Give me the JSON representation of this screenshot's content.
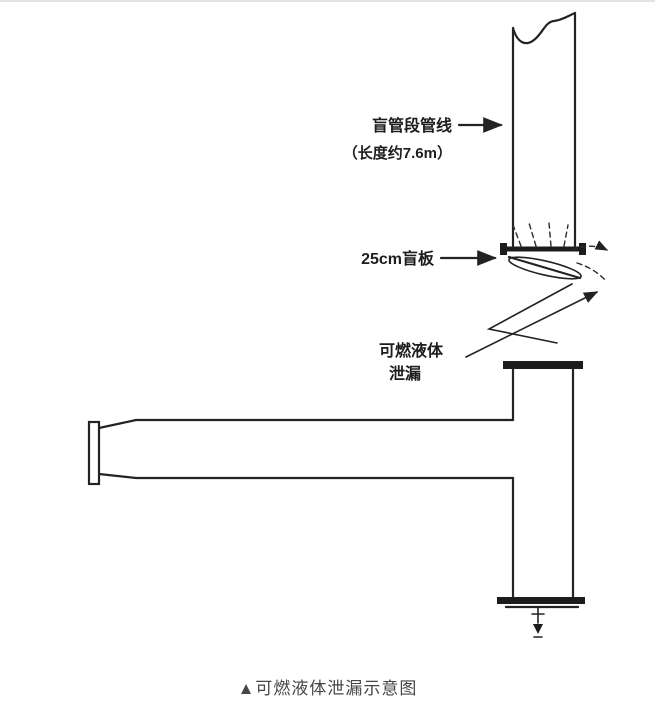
{
  "diagram": {
    "labels": {
      "blind_pipe_line1": "盲管段管线",
      "blind_pipe_line2": "（长度约7.6m）",
      "blind_plate": "25cm盲板",
      "leak_line1": "可燃液体",
      "leak_line2": "泄漏"
    },
    "caption": "▲可燃液体泄漏示意图",
    "colors": {
      "line": "#232323",
      "caption": "#454545",
      "background": "#ffffff"
    }
  }
}
